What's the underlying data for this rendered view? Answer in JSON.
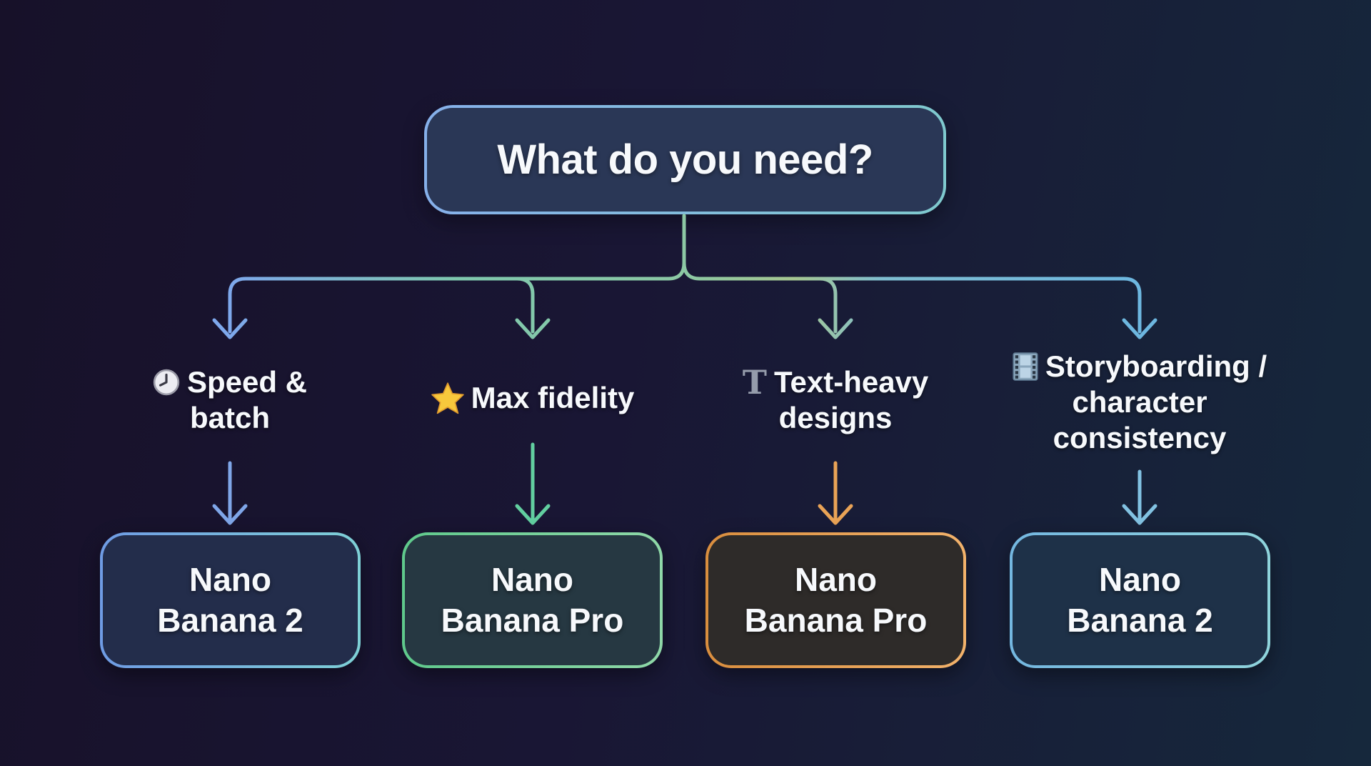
{
  "diagram": {
    "title": "What do you need?"
  },
  "branches": [
    {
      "icon": "clock-icon",
      "label": "Speed & batch",
      "label_lines": [
        "Speed &",
        "batch"
      ],
      "result": "Nano Banana 2",
      "result_lines": [
        "Nano",
        "Banana 2"
      ],
      "arrow_color": "#7fa6e8",
      "box_border_start": "#6f9be4",
      "box_border_end": "#7ed0d6",
      "box_fill": "#232d4b"
    },
    {
      "icon": "star-icon",
      "label": "Max fidelity",
      "label_lines": [
        "Max fidelity"
      ],
      "result": "Nano Banana Pro",
      "result_lines": [
        "Nano",
        "Banana Pro"
      ],
      "arrow_color": "#62cfa0",
      "box_border_start": "#5fc98c",
      "box_border_end": "#8fd8a8",
      "box_fill": "#263842"
    },
    {
      "icon": "serif-t-icon",
      "icon_glyph": "T",
      "label": "Text-heavy designs",
      "label_lines": [
        "Text-heavy",
        "designs"
      ],
      "result": "Nano Banana Pro",
      "result_lines": [
        "Nano",
        "Banana Pro"
      ],
      "arrow_color": "#e9a356",
      "box_border_start": "#d98e3e",
      "box_border_end": "#f2b26b",
      "box_fill": "#2e2b29"
    },
    {
      "icon": "film-icon",
      "label": "Storyboarding / character consistency",
      "label_lines": [
        "Storyboarding /",
        "character",
        "consistency"
      ],
      "result": "Nano Banana 2",
      "result_lines": [
        "Nano",
        "Banana 2"
      ],
      "arrow_color": "#82c2e2",
      "box_border_start": "#74b7e0",
      "box_border_end": "#8fd4dc",
      "box_fill": "#1e3148"
    }
  ],
  "connector": {
    "rail_stops": [
      "#7ea8ec",
      "#7fc8ae",
      "#8cc8a4",
      "#a6c791",
      "#7fbed2",
      "#6db7e0"
    ]
  },
  "colors": {
    "background_left": "#171129",
    "background_mid": "#191634",
    "background_right": "#16283c",
    "title_border_start": "#86b0ea",
    "title_border_end": "#7fc9ce",
    "title_fill": "#2a3756",
    "text_color": "#f7f9fc"
  }
}
